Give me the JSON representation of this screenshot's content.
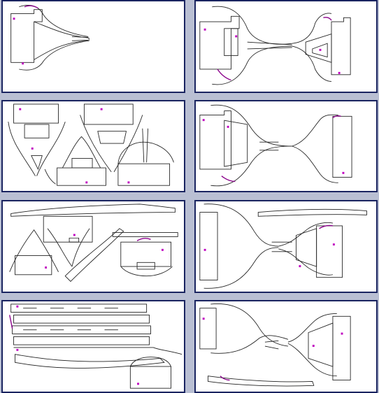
{
  "panels": [
    {
      "id": "panel-1",
      "label": ""
    },
    {
      "id": "panel-2",
      "label": ""
    },
    {
      "id": "panel-3",
      "label": ""
    },
    {
      "id": "panel-4",
      "label": ""
    },
    {
      "id": "panel-5",
      "label": ""
    },
    {
      "id": "panel-6",
      "label": ""
    },
    {
      "id": "panel-7",
      "label": ""
    },
    {
      "id": "panel-8",
      "label": ""
    }
  ],
  "colors": {
    "frame": "#1a2460",
    "background": "#b9bfd3",
    "sheet": "#ffffff",
    "line": "#222222",
    "marker": "#c000c0"
  }
}
